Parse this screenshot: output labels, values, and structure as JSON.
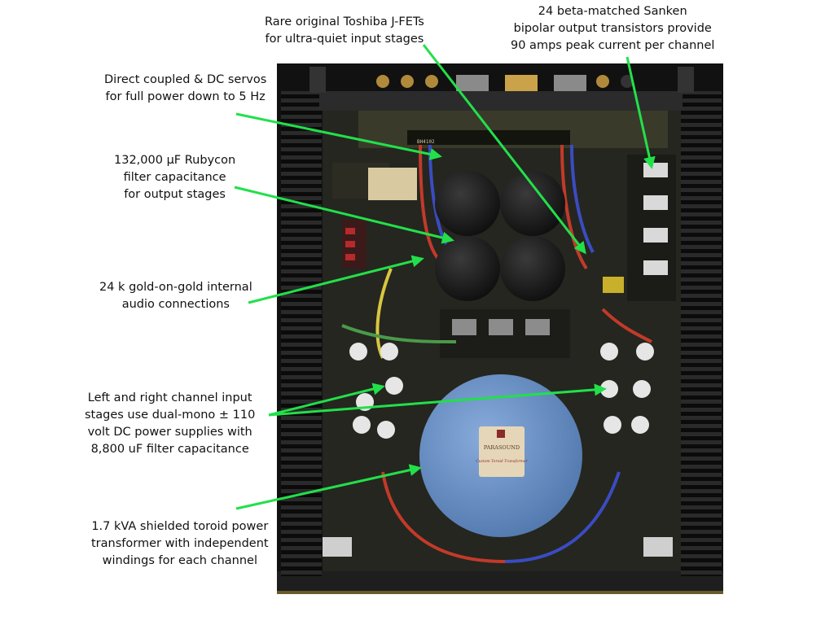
{
  "callouts": {
    "jfets": {
      "lines": [
        "Rare original Toshiba J-FETs",
        "for ultra-quiet input stages"
      ]
    },
    "sanken": {
      "lines": [
        "24 beta-matched Sanken",
        "bipolar output transistors provide",
        "90 amps peak current per channel"
      ]
    },
    "dc_servo": {
      "lines": [
        "Direct coupled & DC servos",
        "for full power down to 5 Hz"
      ]
    },
    "rubycon": {
      "lines": [
        "132,000 µF Rubycon",
        "filter capacitance",
        "for output stages"
      ]
    },
    "gold": {
      "lines": [
        "24 k gold-on-gold internal",
        "audio connections"
      ]
    },
    "input_stages": {
      "lines": [
        "Left and right channel input",
        "stages use dual-mono ± 110",
        "volt DC power supplies with",
        "8,800 uF filter capacitance"
      ]
    },
    "toroid": {
      "lines": [
        "1.7 kVA shielded toroid power",
        "transformer with independent",
        "windings for each channel"
      ]
    }
  },
  "board_labels": {
    "chip": "BH4102"
  },
  "transformer": {
    "brand": "PARASOUND",
    "caption": "Custom Toroid Transformer"
  },
  "colors": {
    "arrow": "#22e04a",
    "chassis": "#1a1a1a",
    "heatsink_fin": "#222222",
    "pcb": "#2a2b22",
    "capacitor": "#1c1c1c",
    "transformer": "#6d94c8"
  }
}
